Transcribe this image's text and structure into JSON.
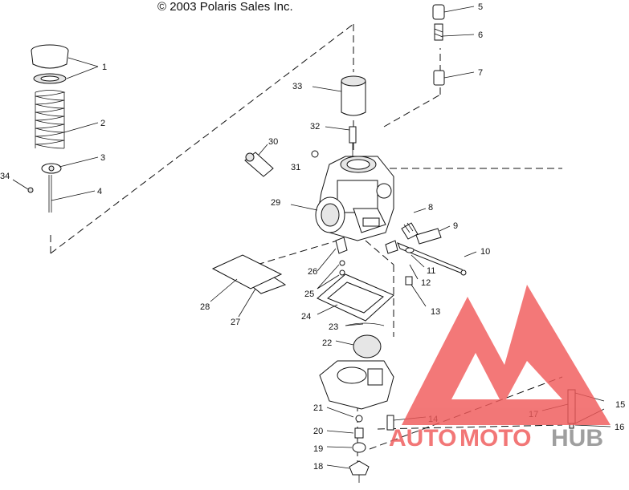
{
  "copyright": "© 2003 Polaris Sales Inc.",
  "callouts": [
    "1",
    "2",
    "3",
    "4",
    "5",
    "6",
    "7",
    "8",
    "9",
    "10",
    "11",
    "12",
    "13",
    "14",
    "15",
    "16",
    "17",
    "18",
    "19",
    "20",
    "21",
    "22",
    "23",
    "24",
    "25",
    "26",
    "27",
    "28",
    "29",
    "30",
    "31",
    "32",
    "33",
    "34"
  ],
  "watermark": {
    "text_part1": "AUTO",
    "text_part2": "MOTO",
    "text_part3": "HUB",
    "color_primary": "#f05a5a",
    "color_secondary": "#8a8a8a"
  }
}
